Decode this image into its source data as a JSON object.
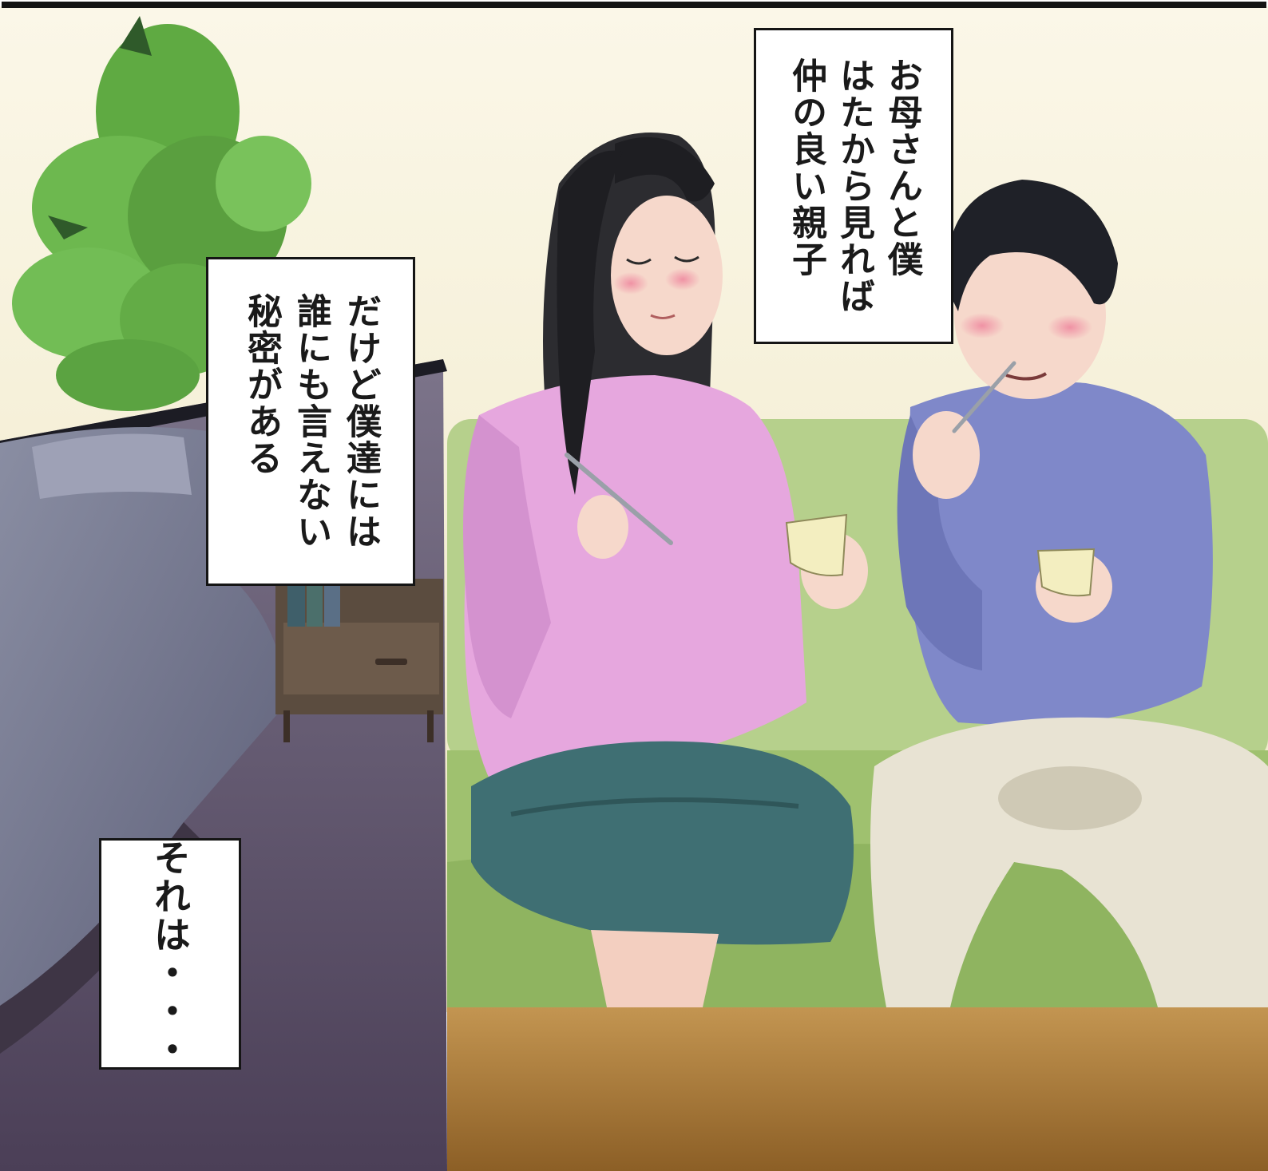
{
  "captions": {
    "top_right": "お母さんと僕\nはたから見れば\n仲の良い親子",
    "middle_left": "だけど僕達には\n誰にも言えない\n秘密がある",
    "bottom_left": "それは・・・"
  },
  "palette": {
    "wall": "#f6f1d7",
    "sofa": "#a8c77a",
    "table": "#b07c3a",
    "left_panel": "#5f5368",
    "mother_sweater": "#e6a7de",
    "mother_skirt": "#3f6f73",
    "son_sweater": "#7f88c9",
    "son_pants": "#e8e3d3",
    "plant": "#67b24a"
  }
}
